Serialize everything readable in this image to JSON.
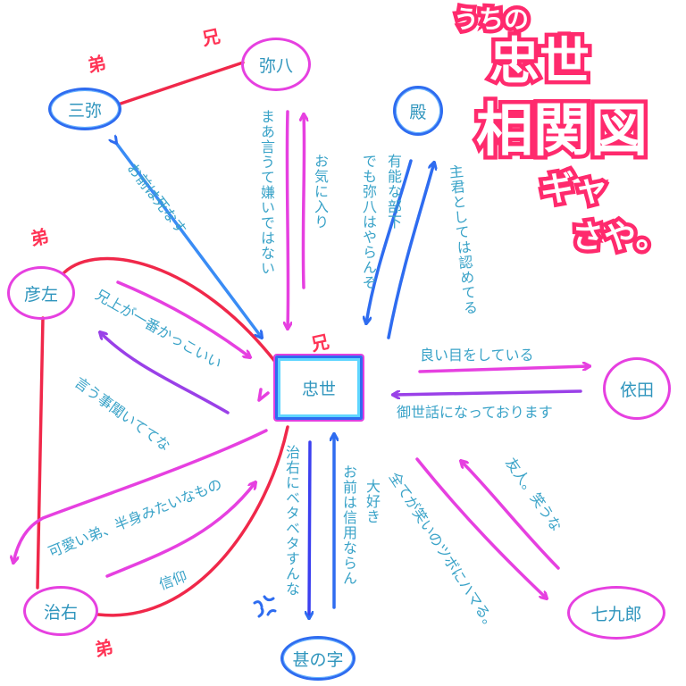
{
  "title": {
    "line1": "うちの",
    "line2": "忠世",
    "line3": "相関図",
    "line4a": "ギャ",
    "line4b": "さや。"
  },
  "nodes": {
    "tadayo": "忠世",
    "sanya": "三弥",
    "yahachi": "弥八",
    "tono": "殿",
    "hikoza": "彦左",
    "yoda": "依田",
    "jiuemon": "治右",
    "jinnoji": "甚の字",
    "shichikuro": "七九郎"
  },
  "marks": {
    "ani": "兄",
    "otouto": "弟"
  },
  "relations": {
    "sanya_to_tadayo": "お前は死なす",
    "tadayo_to_yahachi": "まあ言うて嫌いではない",
    "yahachi_to_tadayo": "お気に入り",
    "tadayo_to_tono_1": "有能な部下",
    "tadayo_to_tono_2": "でも弥八はやらんぞ",
    "tono_from_tadayo": "主君としては認めてる",
    "hikoza_to_tadayo": "兄上が一番かっこいい",
    "tadayo_to_hikoza": "言う事聞いててな",
    "tadayo_to_yoda": "良い目をしている",
    "yoda_to_tadayo": "御世話になっております",
    "tadayo_to_jiuemon": "可愛い弟、半身みたいなもの",
    "jiuemon_to_tadayo": "信仰",
    "tadayo_to_jinnoji": "治右にベタベタすんな",
    "jinnoji_to_tadayo": "お前は信用ならん",
    "tadayo_to_shichikuro_1": "全てが笑いのツボにハマる。",
    "tadayo_to_shichikuro_2": "大好き",
    "shichikuro_to_tadayo": "友人。笑うな"
  },
  "colors": {
    "pink": "#e640e0",
    "blue": "#2e6cf0",
    "red": "#f0284a",
    "text": "#3aa3c8",
    "title": "#ff2a6d"
  }
}
